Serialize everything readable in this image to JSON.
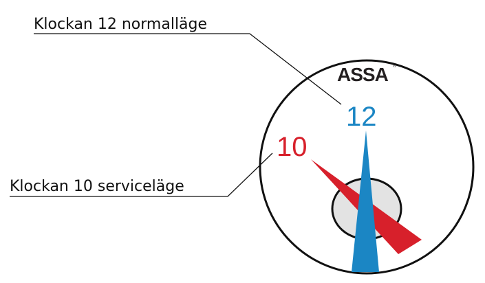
{
  "labels": {
    "normal": "Klockan 12 normalläge",
    "service": "Klockan 10 serviceläge"
  },
  "dial": {
    "brand": "ASSA",
    "registered_mark": "®",
    "number_normal": "12",
    "number_service": "10"
  },
  "colors": {
    "normal": "#1b86c4",
    "service": "#d7202b",
    "core": "#e3e3e3",
    "outline": "#111111"
  }
}
